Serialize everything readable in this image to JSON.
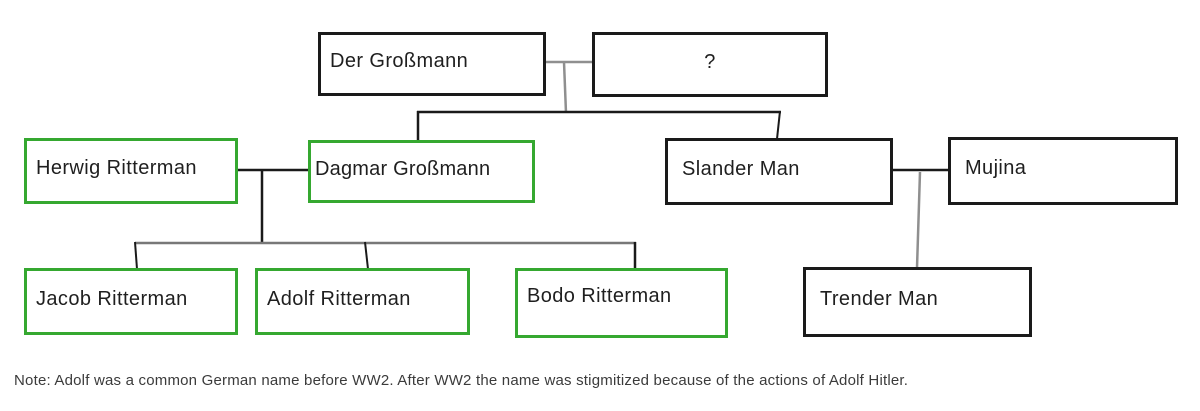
{
  "colors": {
    "box_border_black": "#1a1a1a",
    "box_border_green": "#35a830",
    "line_black": "#1a1a1a",
    "line_gray": "#8f8f8f",
    "box_text": "#1f1f1f",
    "note_text": "#3b3b3b",
    "background": "#ffffff"
  },
  "family_tree": {
    "nodes": [
      {
        "id": "der-grossmann",
        "label": "Der Großmann",
        "border": "black"
      },
      {
        "id": "unknown-spouse",
        "label": "?",
        "border": "black"
      },
      {
        "id": "herwig-ritterman",
        "label": "Herwig Ritterman",
        "border": "green"
      },
      {
        "id": "dagmar-grossmann",
        "label": "Dagmar Großmann",
        "border": "green"
      },
      {
        "id": "slander-man",
        "label": "Slander Man",
        "border": "black"
      },
      {
        "id": "mujina",
        "label": "Mujina",
        "border": "black"
      },
      {
        "id": "jacob-ritterman",
        "label": "Jacob Ritterman",
        "border": "green"
      },
      {
        "id": "adolf-ritterman",
        "label": "Adolf Ritterman",
        "border": "green"
      },
      {
        "id": "bodo-ritterman",
        "label": "Bodo Ritterman",
        "border": "green"
      },
      {
        "id": "trender-man",
        "label": "Trender Man",
        "border": "black"
      }
    ]
  },
  "note": {
    "text": "Note: Adolf was a common German name before WW2. After WW2 the name was stigmitized because of the actions of Adolf Hitler."
  }
}
